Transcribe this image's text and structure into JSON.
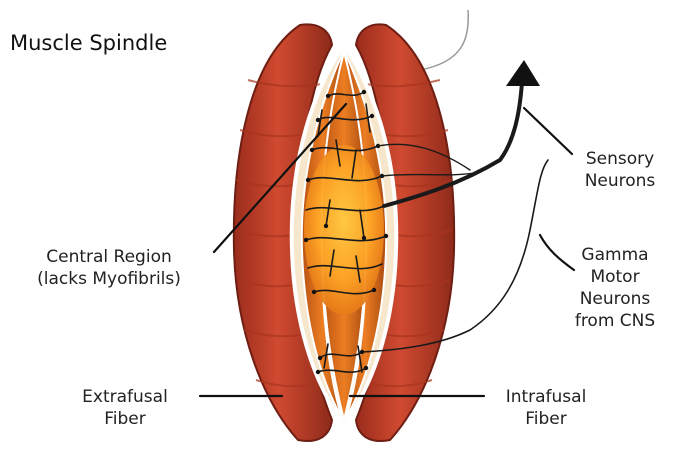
{
  "title": "Muscle Spindle",
  "labels": {
    "sensory_line1": "Sensory",
    "sensory_line2": "Neurons",
    "central_line1": "Central Region",
    "central_line2": "(lacks Myofibrils)",
    "gamma_line1": "Gamma",
    "gamma_line2": "Motor",
    "gamma_line3": "Neurons",
    "gamma_line4": "from CNS",
    "extrafusal_line1": "Extrafusal",
    "extrafusal_line2": "Fiber",
    "intrafusal_line1": "Intrafusal",
    "intrafusal_line2": "Fiber"
  },
  "colors": {
    "extrafusal": "#c4402a",
    "extrafusal_dark": "#8e2a1a",
    "intrafusal": "#e0701e",
    "intrafusal_dark": "#a84a10",
    "central_region": "#ffb02e",
    "nerve": "#222222"
  }
}
